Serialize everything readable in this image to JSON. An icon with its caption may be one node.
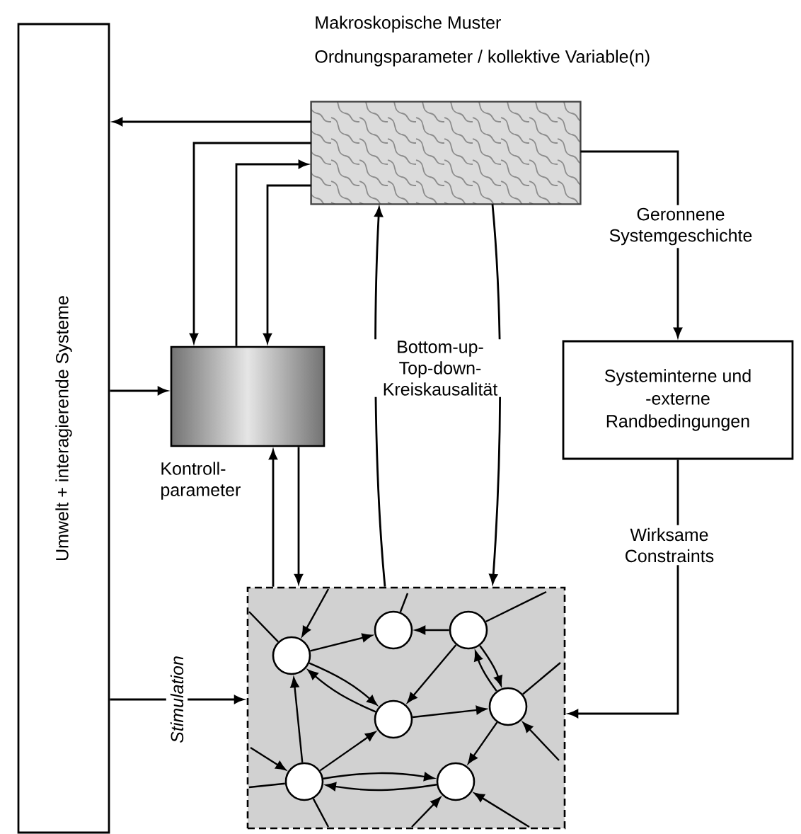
{
  "diagram": {
    "nodes": [
      {
        "text": [
          "Umwelt + interagierende Systeme"
        ]
      },
      {
        "text": [
          "Makroskopische Muster",
          "Ordnungsparameter / kollektive Variable(n)"
        ]
      },
      {
        "text": [],
        "shape": "box",
        "beside": [
          "Kontroll- parameter"
        ]
      },
      {
        "text": [
          "Systeminterne und -externe Randbedingungen"
        ]
      },
      {
        "text": [],
        "shape": "box"
      },
      {
        "text": [],
        "shape": "circle",
        "in": 4
      },
      {
        "text": [],
        "shape": "circle",
        "in": 4
      },
      {
        "text": [],
        "shape": "circle",
        "in": 4
      },
      {
        "text": [],
        "shape": "circle",
        "in": 4
      },
      {
        "text": [],
        "shape": "circle",
        "in": 4
      },
      {
        "text": [],
        "shape": "circle",
        "in": 4
      },
      {
        "text": [],
        "shape": "circle",
        "in": 4
      }
    ],
    "edges": [
      {
        "from": 1,
        "to": 0,
        "arrow": "to"
      },
      {
        "from": 1,
        "to": 2,
        "arrow": "to"
      },
      {
        "from": 2,
        "to": 1,
        "arrow": "to"
      },
      {
        "from": 1,
        "to": 2,
        "arrow": "to"
      },
      {
        "from": 0,
        "to": 2,
        "arrow": "to"
      },
      {
        "from": 4,
        "to": 2,
        "arrow": "to"
      },
      {
        "from": 2,
        "to": 4,
        "arrow": "to"
      },
      {
        "from": 4,
        "to": 1,
        "arrow": "to"
      },
      {
        "from": 1,
        "to": 4,
        "arrow": "to"
      },
      {
        "from": 1,
        "to": 3,
        "arrow": "to",
        "label": "Geronnene Systemgeschichte"
      },
      {
        "from": 3,
        "to": 4,
        "arrow": "to",
        "label": "Wirksame Constraints"
      },
      {
        "from": 0,
        "to": 4,
        "arrow": "to",
        "label": "Stimulation"
      },
      {
        "from": 5,
        "to": 6,
        "arrow": "to"
      },
      {
        "from": 7,
        "to": 6,
        "arrow": "to"
      },
      {
        "from": 7,
        "to": 8,
        "arrow": "to"
      },
      {
        "from": 5,
        "to": 8,
        "arrow": "to"
      },
      {
        "from": 8,
        "to": 5,
        "arrow": "to"
      },
      {
        "from": 8,
        "to": 9,
        "arrow": "to"
      },
      {
        "from": 7,
        "to": 9,
        "arrow": "to"
      },
      {
        "from": 9,
        "to": 7,
        "arrow": "to"
      },
      {
        "from": 9,
        "to": 11,
        "arrow": "to"
      },
      {
        "from": 10,
        "to": 5,
        "arrow": "to"
      },
      {
        "from": 10,
        "to": 8,
        "arrow": "to"
      },
      {
        "from": 11,
        "to": 10,
        "arrow": "to"
      },
      {
        "from": 10,
        "to": 11,
        "arrow": "to"
      },
      {
        "from": null,
        "to": 5,
        "arrow": "to"
      },
      {
        "from": 5,
        "to": null,
        "arrow": "none"
      },
      {
        "from": 6,
        "to": null,
        "arrow": "none"
      },
      {
        "from": 7,
        "to": null,
        "arrow": "none"
      },
      {
        "from": 9,
        "to": null,
        "arrow": "none"
      },
      {
        "from": null,
        "to": 9,
        "arrow": "to"
      },
      {
        "from": null,
        "to": 10,
        "arrow": "to"
      },
      {
        "from": 10,
        "to": null,
        "arrow": "none"
      },
      {
        "from": 10,
        "to": null,
        "arrow": "none"
      },
      {
        "from": null,
        "to": 11,
        "arrow": "to"
      },
      {
        "from": null,
        "to": 11,
        "arrow": "to"
      }
    ],
    "labels": [
      "Bottom-up- Top-down- Kreiskausalität"
    ]
  }
}
